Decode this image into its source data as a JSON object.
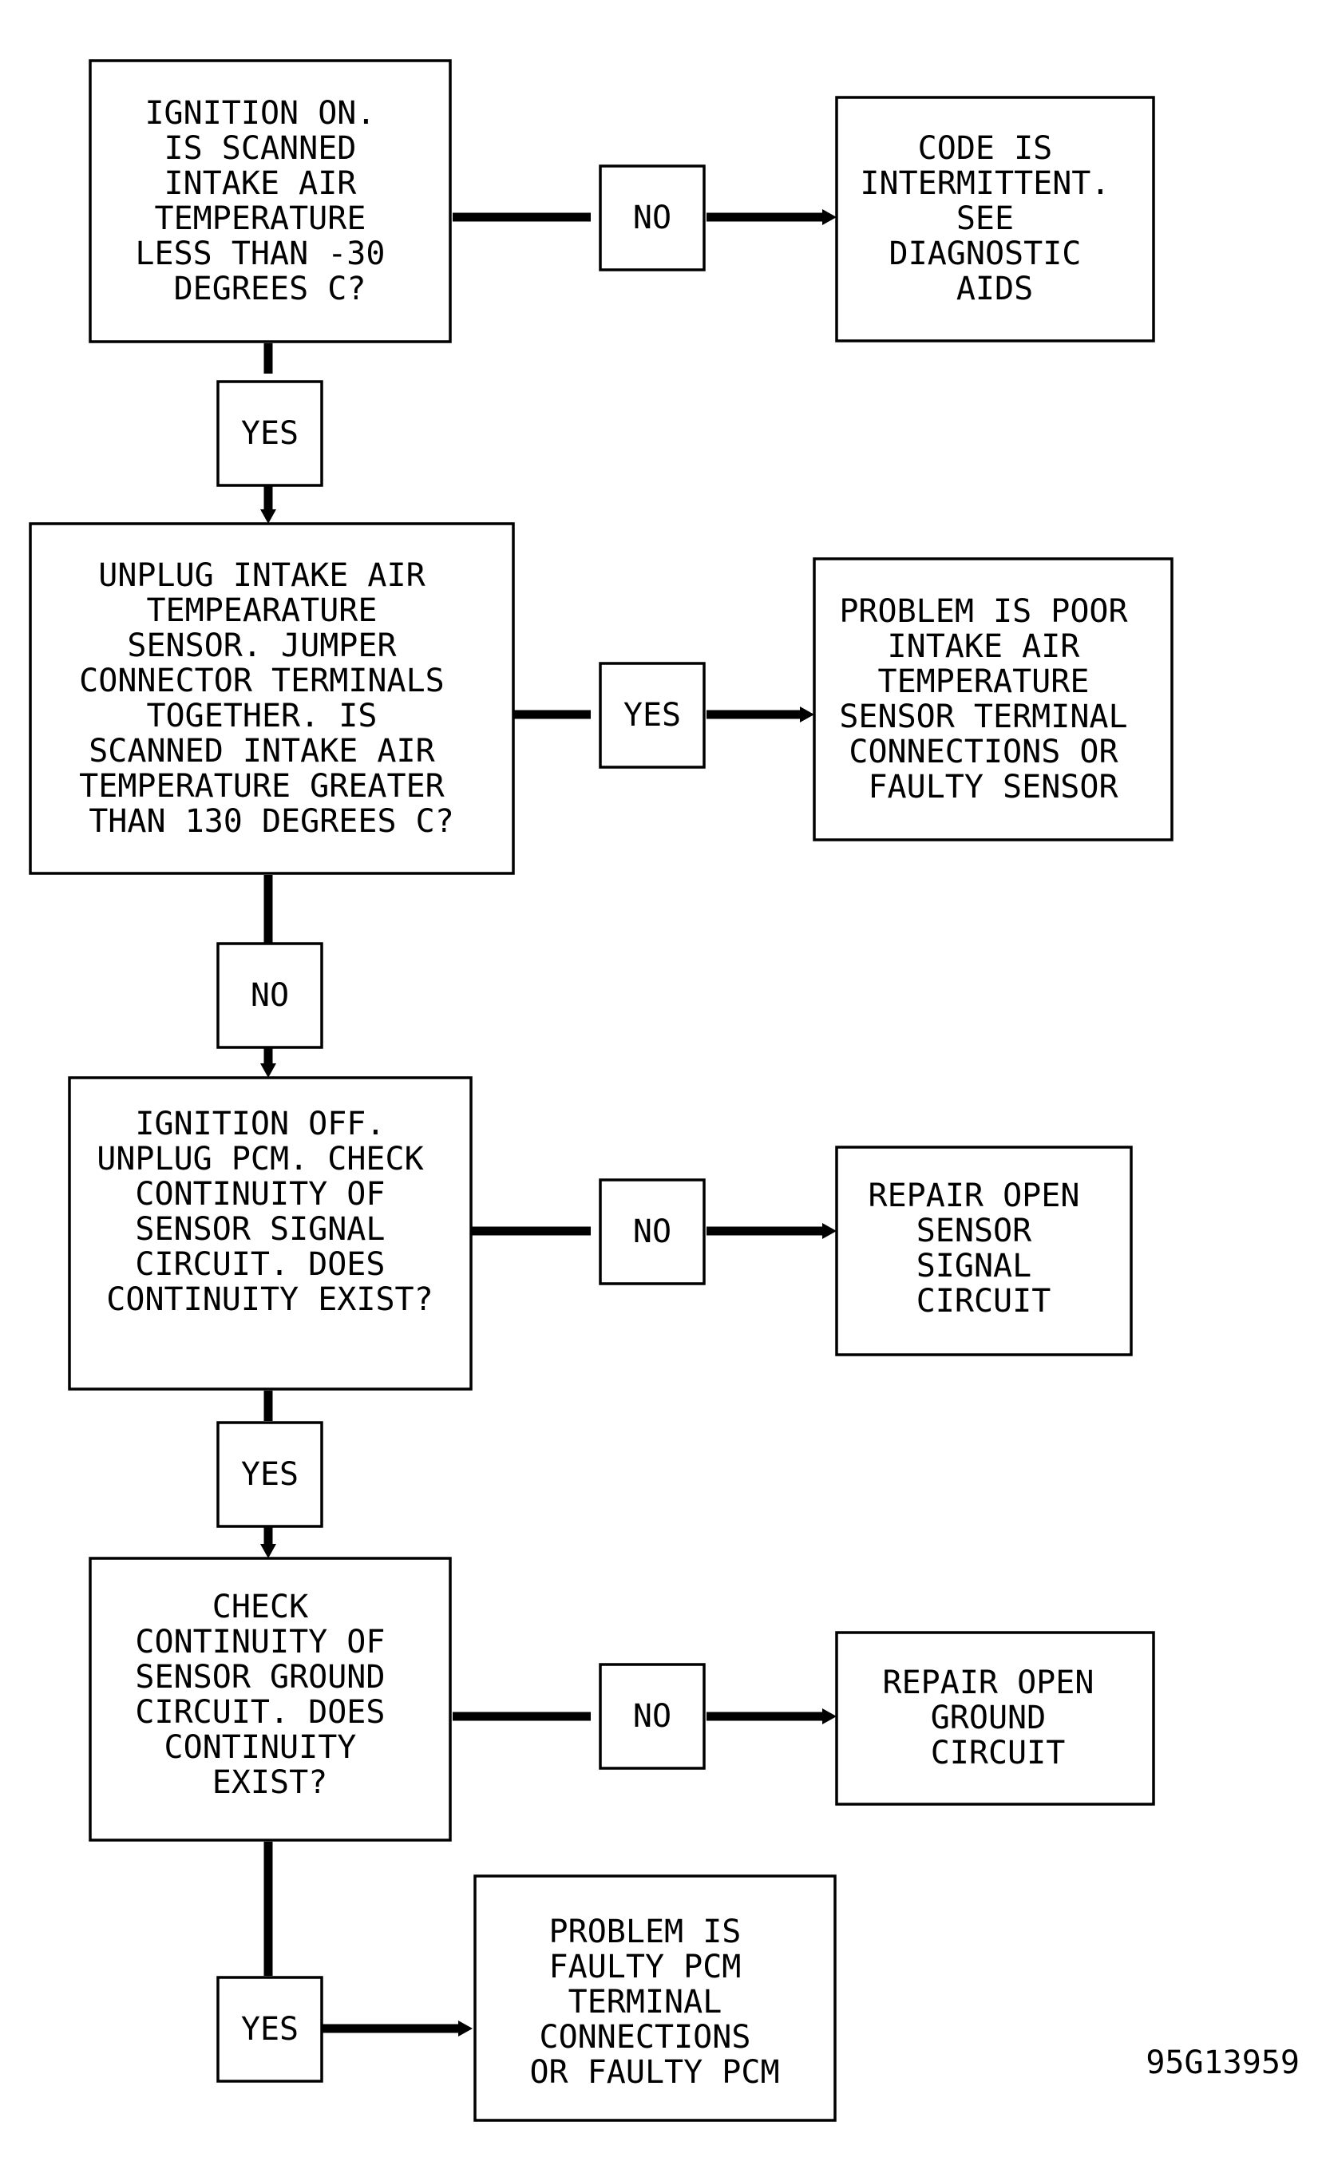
{
  "figure_id": "95G13959",
  "steps": [
    {
      "question": [
        "IGNITION ON.",
        "IS SCANNED",
        "INTAKE AIR",
        "TEMPERATURE",
        "LESS THAN -30",
        "DEGREES C?"
      ],
      "side_label": "NO",
      "side_result": [
        "CODE IS",
        "INTERMITTENT.",
        "SEE",
        "DIAGNOSTIC",
        "AIDS"
      ],
      "down_label": "YES"
    },
    {
      "question": [
        "UNPLUG INTAKE AIR",
        "TEMPEARATURE",
        "SENSOR. JUMPER",
        "CONNECTOR TERMINALS",
        "TOGETHER. IS",
        "SCANNED INTAKE AIR",
        "TEMPERATURE GREATER",
        "THAN 130 DEGREES C?"
      ],
      "side_label": "YES",
      "side_result": [
        "PROBLEM IS POOR",
        "INTAKE AIR",
        "TEMPERATURE",
        "SENSOR TERMINAL",
        "CONNECTIONS OR",
        "FAULTY SENSOR"
      ],
      "down_label": "NO"
    },
    {
      "question": [
        "IGNITION OFF.",
        "UNPLUG PCM. CHECK",
        "CONTINUITY OF",
        "SENSOR SIGNAL",
        "CIRCUIT. DOES",
        "CONTINUITY EXIST?"
      ],
      "side_label": "NO",
      "side_result": [
        "REPAIR OPEN",
        "SENSOR",
        "SIGNAL",
        "CIRCUIT"
      ],
      "down_label": "YES"
    },
    {
      "question": [
        "CHECK",
        "CONTINUITY OF",
        "SENSOR GROUND",
        "CIRCUIT. DOES",
        "CONTINUITY",
        "EXIST?"
      ],
      "side_label": "NO",
      "side_result": [
        "REPAIR OPEN",
        "GROUND",
        "CIRCUIT"
      ],
      "down_label": "YES"
    }
  ],
  "final_result": [
    "PROBLEM IS",
    "FAULTY PCM",
    "TERMINAL",
    "CONNECTIONS",
    "OR FAULTY PCM"
  ]
}
